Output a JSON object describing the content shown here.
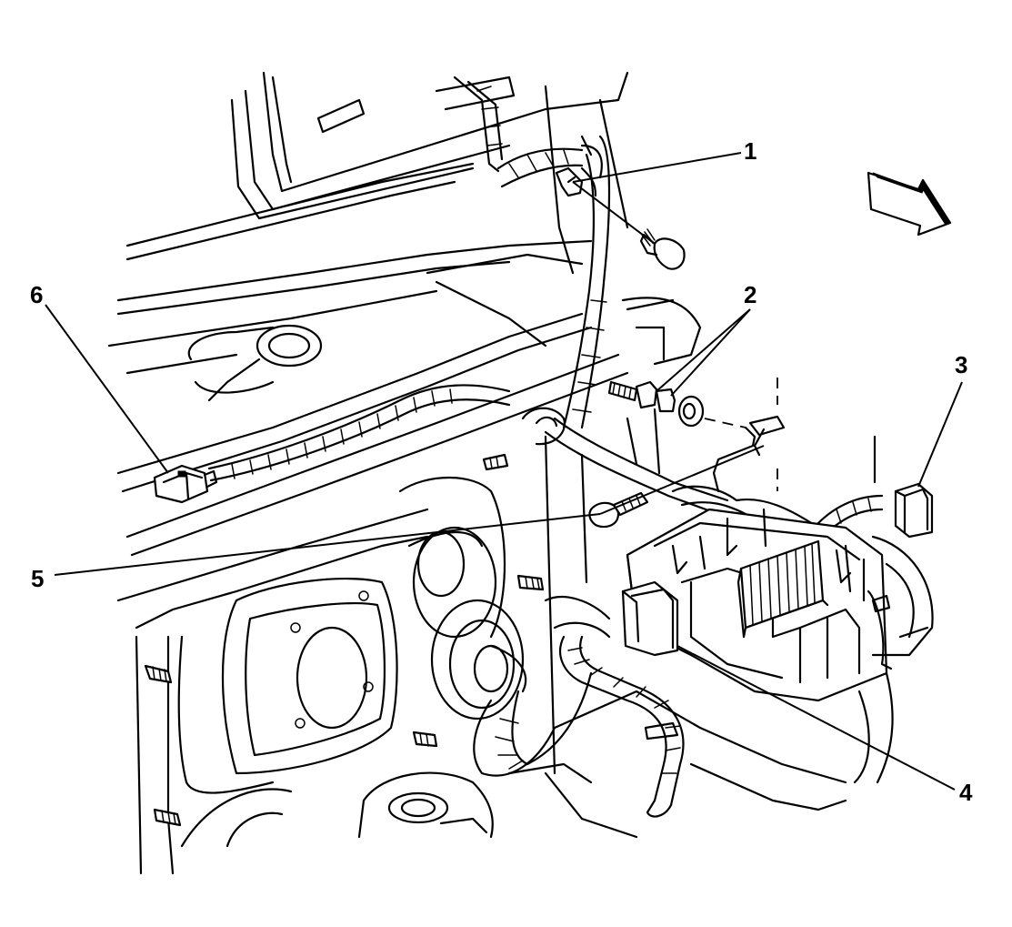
{
  "diagram": {
    "callouts": [
      {
        "id": "1",
        "label": "1"
      },
      {
        "id": "2",
        "label": "2"
      },
      {
        "id": "3",
        "label": "3"
      },
      {
        "id": "4",
        "label": "4"
      },
      {
        "id": "5",
        "label": "5"
      },
      {
        "id": "6",
        "label": "6"
      }
    ],
    "icons": {
      "orientation_arrow": "forward-arrow-icon"
    },
    "colors": {
      "line": "#000000",
      "background": "#ffffff"
    }
  }
}
